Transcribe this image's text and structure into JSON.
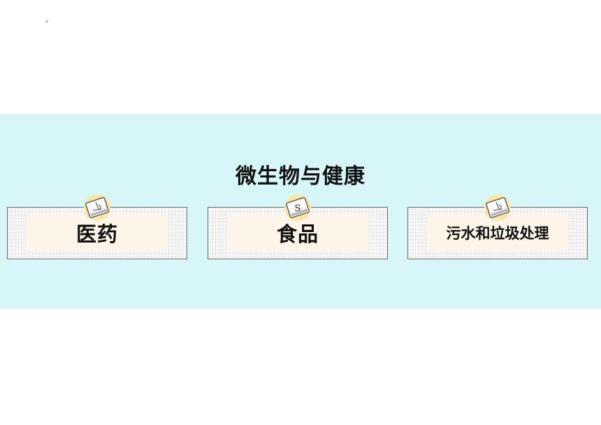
{
  "title": "微生物与健康",
  "cards": [
    {
      "label": "医药",
      "icon": "microscope-book-icon"
    },
    {
      "label": "食品",
      "icon": "book-icon",
      "glyph": "S"
    },
    {
      "label": "污水和垃圾处理",
      "icon": "microscope-book-icon"
    }
  ],
  "colors": {
    "band": "#d6f6f8",
    "card_inner": "#fdf5e8",
    "badge_circle": "#fbe6a6",
    "border": "#707070"
  }
}
